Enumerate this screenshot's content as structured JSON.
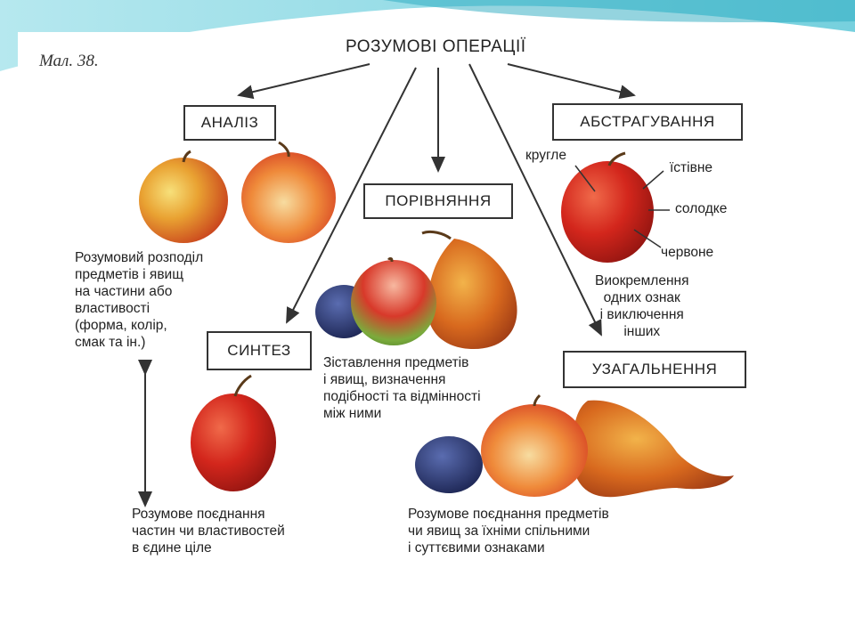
{
  "figure_label": "Мал. 38.",
  "title": "РОЗУМОВІ ОПЕРАЦІЇ",
  "operations": {
    "analysis": {
      "label": "АНАЛІЗ",
      "description": "Розумовий розподіл\nпредметів і явищ\nна частини або\nвластивості\n(форма, колір,\nсмак та ін.)"
    },
    "comparison": {
      "label": "ПОРІВНЯННЯ",
      "description": "Зіставлення предметів\nі явищ, визначення\nподібності та відмінності\nміж ними"
    },
    "abstraction": {
      "label": "АБСТРАГУВАННЯ",
      "description": "Виокремлення\nодних ознак\nі виключення\nінших",
      "features": [
        "кругле",
        "їстівне",
        "солодке",
        "червоне"
      ]
    },
    "synthesis": {
      "label": "СИНТЕЗ",
      "description": "Розумове поєднання\nчастин чи властивостей\nв єдине ціле"
    },
    "generalization": {
      "label": "УЗАГАЛЬНЕННЯ",
      "description": "Розумове поєднання предметів\nчи явищ за їхніми спільними\nі суттєвими ознаками"
    }
  },
  "colors": {
    "apple_red": "#c8231c",
    "apple_orange": "#e86a1e",
    "apple_yellow": "#f2c13a",
    "apple_green": "#6fa53a",
    "pear": "#d9761f",
    "plum": "#2d3e78",
    "border_cyan": "#5ec8d8"
  }
}
